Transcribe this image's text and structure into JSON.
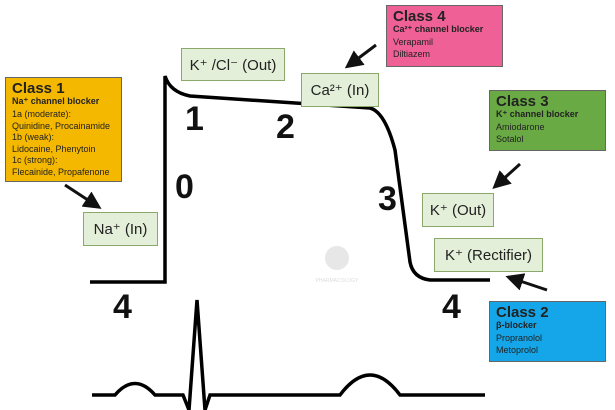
{
  "classes": {
    "c1": {
      "title": "Class 1",
      "subtitle": "Na⁺ channel blocker",
      "lines": [
        "1a (moderate):",
        "Quinidine, Procainamide",
        "1b (weak):",
        "Lidocaine, Phenytoin",
        "1c (strong):",
        "Flecainide, Propafenone"
      ],
      "color": "#f5b800"
    },
    "c2": {
      "title": "Class 2",
      "subtitle": "β-blocker",
      "lines": [
        "Propranolol",
        "Metoprolol"
      ],
      "color": "#14a6e8"
    },
    "c3": {
      "title": "Class 3",
      "subtitle": "K⁺ channel blocker",
      "lines": [
        "Amiodarone",
        "Sotalol"
      ],
      "color": "#6aaa44"
    },
    "c4": {
      "title": "Class 4",
      "subtitle": "Ca²⁺ channel blocker",
      "lines": [
        "Verapamil",
        "Diltiazem"
      ],
      "color": "#ef6096"
    }
  },
  "ions": {
    "kcl": "K⁺ /Cl⁻ (Out)",
    "ca": "Ca²⁺ (In)",
    "na": "Na⁺ (In)",
    "kout": "K⁺ (Out)",
    "krect": "K⁺ (Rectifier)"
  },
  "phases": {
    "p0": "0",
    "p1": "1",
    "p2": "2",
    "p3": "3",
    "p4a": "4",
    "p4b": "4"
  },
  "watermark": "PHARMACOLOGY MENTOR"
}
